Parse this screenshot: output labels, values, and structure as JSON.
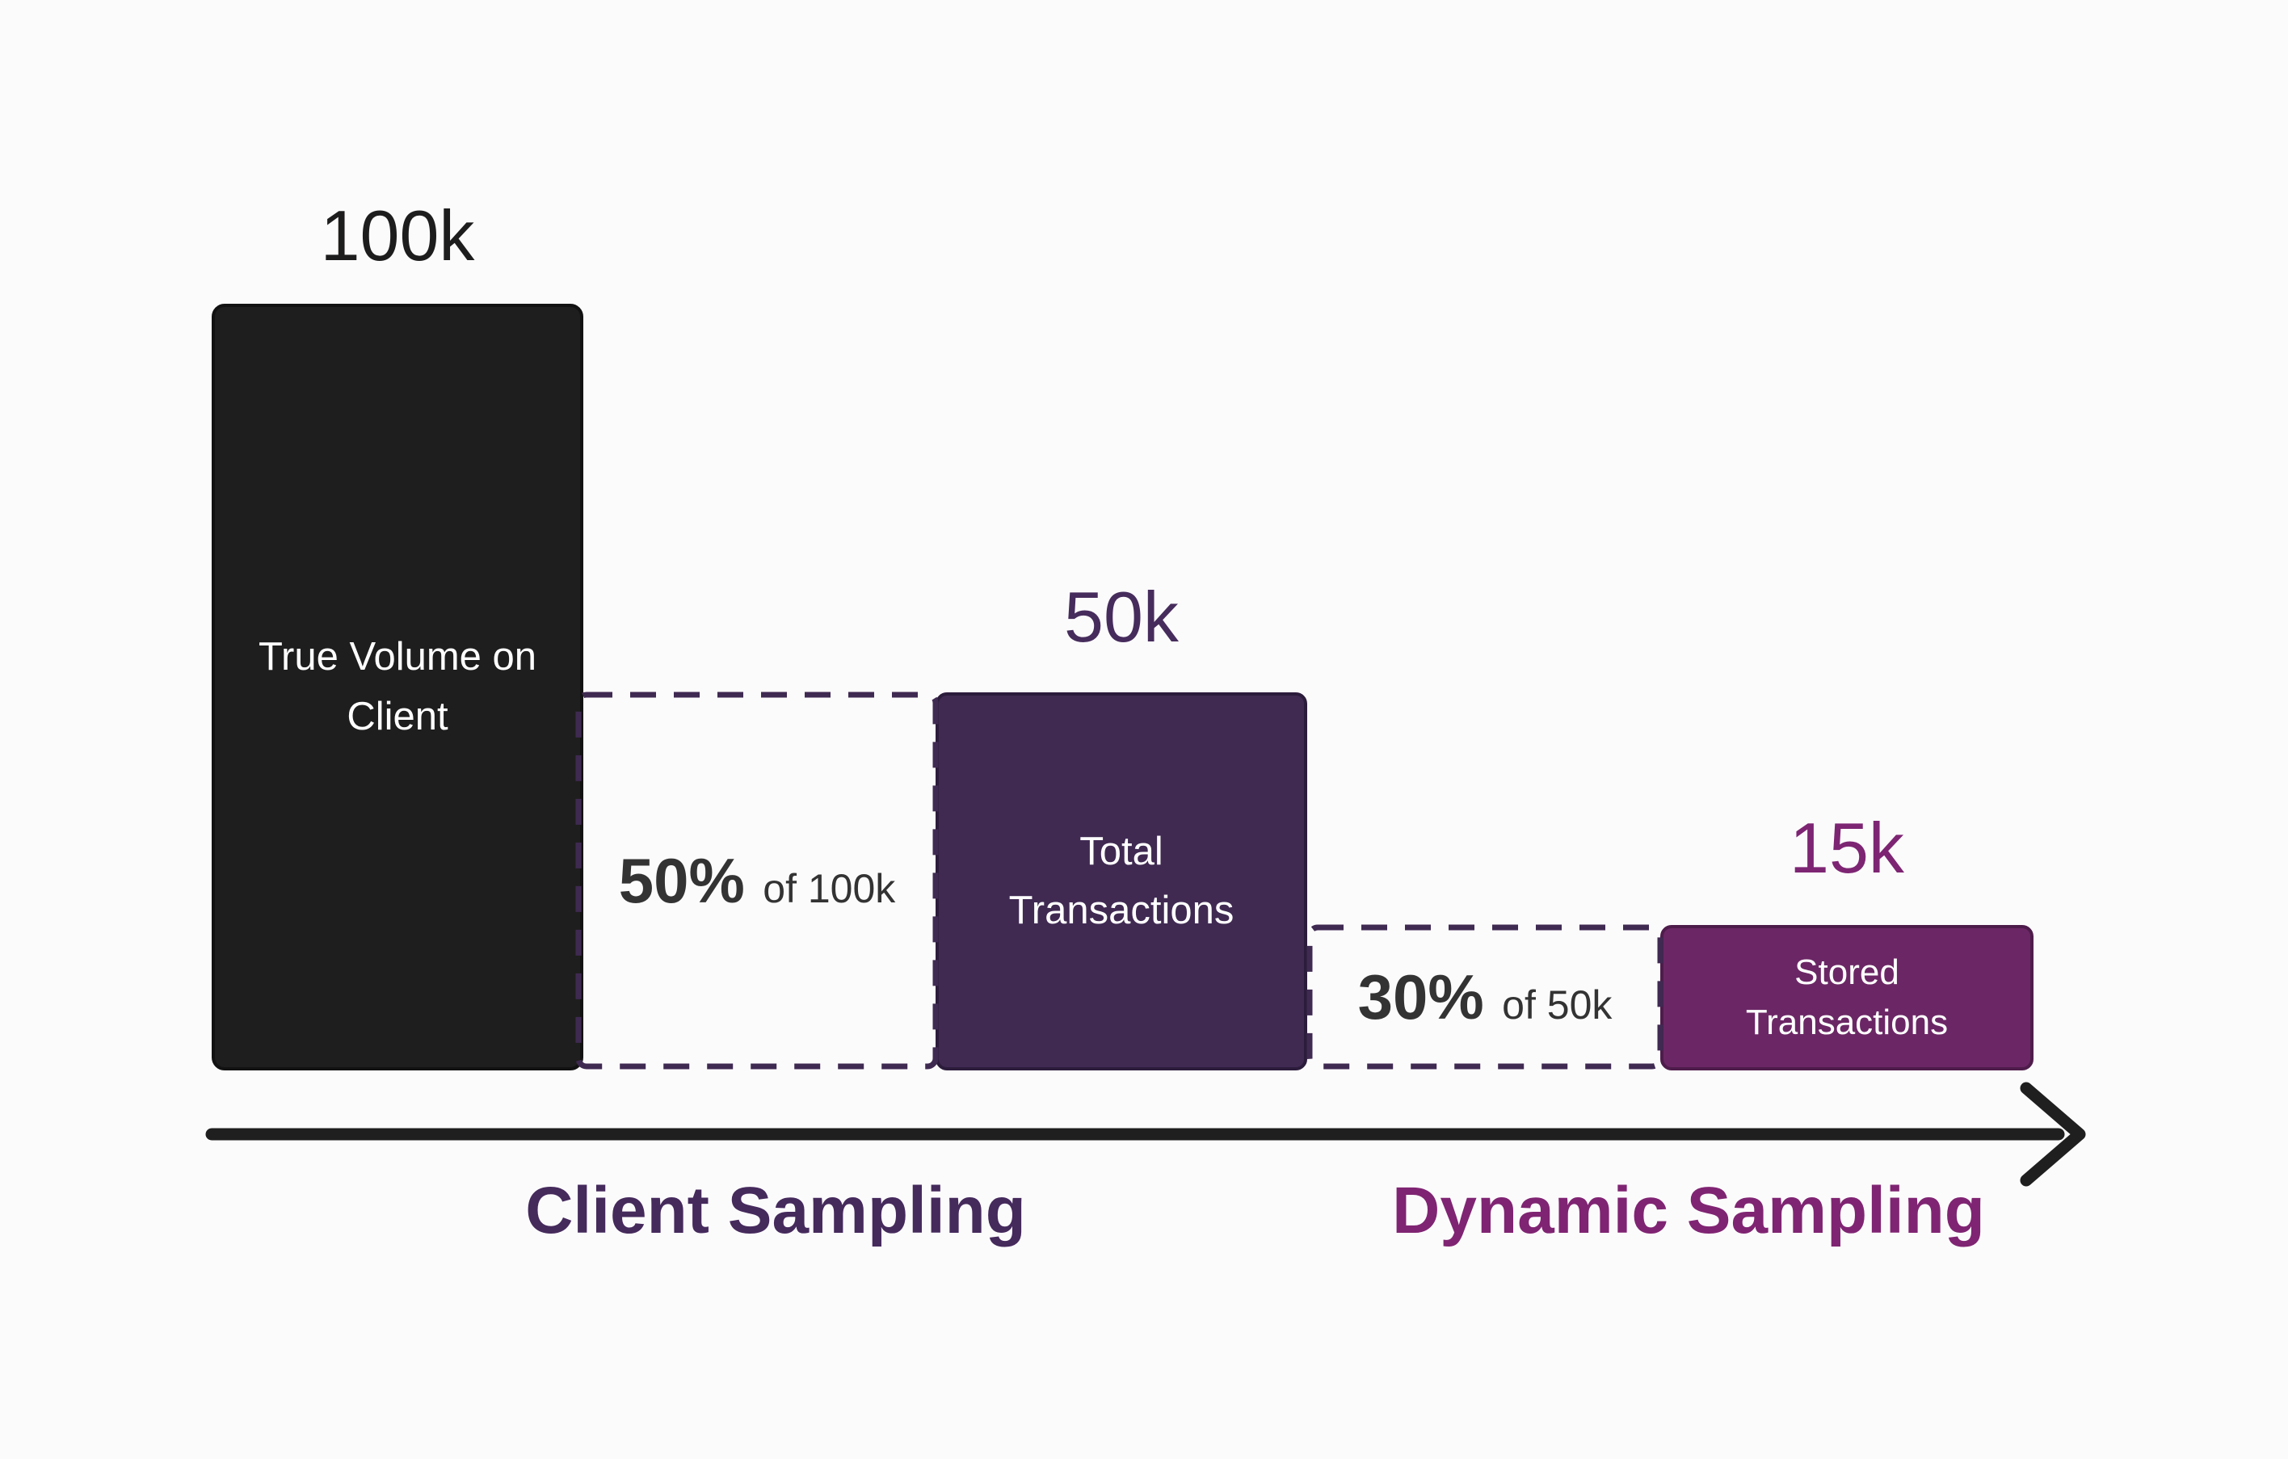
{
  "diagram": {
    "bars": {
      "true_volume": {
        "value": "100k",
        "label_line1": "True Volume on",
        "label_line2": "Client"
      },
      "total_transactions": {
        "value": "50k",
        "label_line1": "Total",
        "label_line2": "Transactions"
      },
      "stored_transactions": {
        "value": "15k",
        "label_line1": "Stored",
        "label_line2": "Transactions"
      }
    },
    "sampling_boxes": {
      "client": {
        "percent": "50%",
        "of": "of 100k"
      },
      "dynamic": {
        "percent": "30%",
        "of": "of 50k"
      }
    },
    "axis": {
      "left": "Client Sampling",
      "right": "Dynamic Sampling"
    }
  },
  "colors": {
    "bg": "#FCFBFC",
    "bar1_fill": "#1F1E1E",
    "bar1_border": "#131212",
    "bar2_fill": "#402A52",
    "bar2_border": "#2C1C3B",
    "bar3_fill": "#6B2765",
    "bar3_border": "#4E1C4B",
    "bar_text": "#FFFFFF",
    "dash_stroke": "#3F2A52",
    "value1": "#1E1D1D",
    "value2": "#462C5C",
    "value3": "#7D2573",
    "pct": "#333333",
    "axis_left": "#452A5C",
    "axis_right": "#7F2472",
    "arrow": "#1F1F1F"
  },
  "chart_data": {
    "type": "bar",
    "categories": [
      "True Volume on Client",
      "Total Transactions",
      "Stored Transactions"
    ],
    "values": [
      100000,
      50000,
      15000
    ],
    "value_labels": [
      "100k",
      "50k",
      "15k"
    ],
    "annotations": [
      "50% of 100k",
      "30% of 50k"
    ],
    "x_axis_labels": [
      "Client Sampling",
      "Dynamic Sampling"
    ],
    "title": "",
    "xlabel": "",
    "ylabel": ""
  }
}
